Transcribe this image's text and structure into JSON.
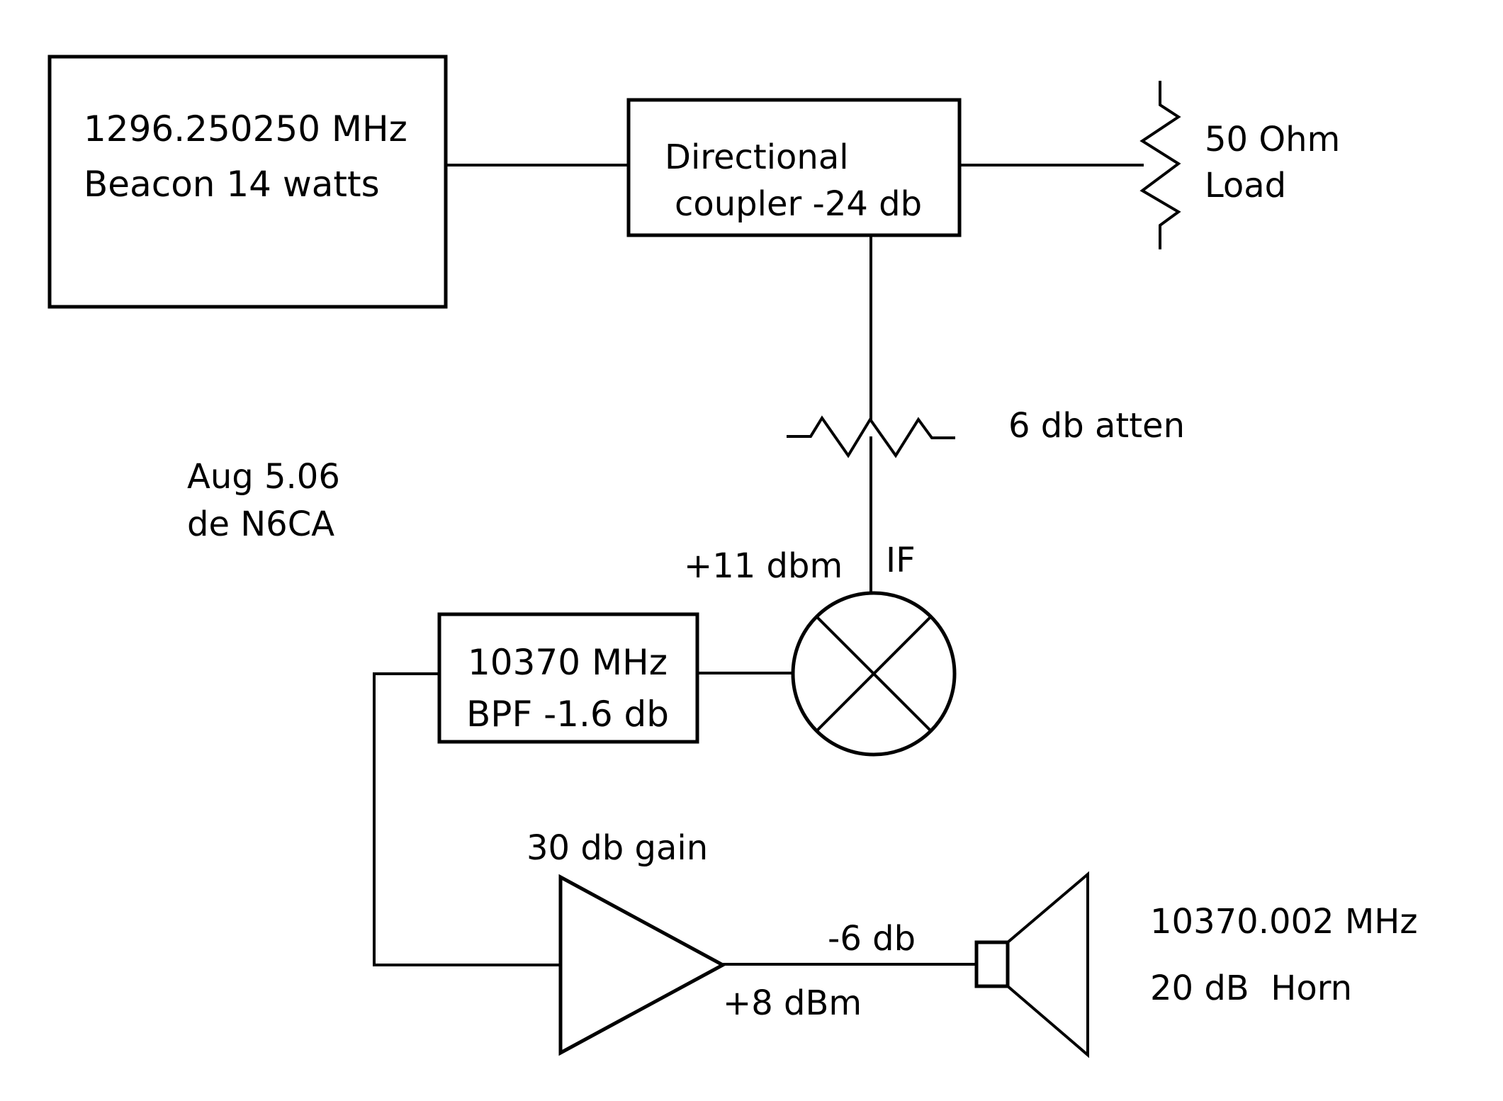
{
  "diagram": {
    "type": "rf-block-diagram",
    "stroke_color": "#000000",
    "background_color": "#ffffff",
    "beacon": {
      "frequency": "1296.250250 MHz",
      "label": "Beacon 14 watts"
    },
    "coupler": {
      "line1": "Directional",
      "line2": "coupler -24 db"
    },
    "load": {
      "line1": "50 Ohm",
      "line2": "Load"
    },
    "attenuator": {
      "label": "6 db atten"
    },
    "annotation": {
      "date": "Aug 5.06",
      "author": "de N6CA"
    },
    "mixer": {
      "if_label": "IF",
      "level_label": "+11 dbm"
    },
    "bpf": {
      "line1": "10370 MHz",
      "line2": "BPF -1.6 db"
    },
    "amplifier": {
      "gain_label": "30 db gain",
      "output_level": "+8 dBm"
    },
    "cable": {
      "loss_label": "-6 db"
    },
    "horn": {
      "frequency": "10370.002 MHz",
      "gain": "20 dB  Horn"
    },
    "connections": [
      {
        "from": "beacon",
        "to": "coupler"
      },
      {
        "from": "coupler",
        "to": "load"
      },
      {
        "from": "coupler",
        "to": "attenuator"
      },
      {
        "from": "attenuator",
        "to": "mixer",
        "port": "IF"
      },
      {
        "from": "mixer",
        "to": "bpf"
      },
      {
        "from": "bpf",
        "to": "amplifier"
      },
      {
        "from": "amplifier",
        "to": "horn"
      }
    ]
  }
}
